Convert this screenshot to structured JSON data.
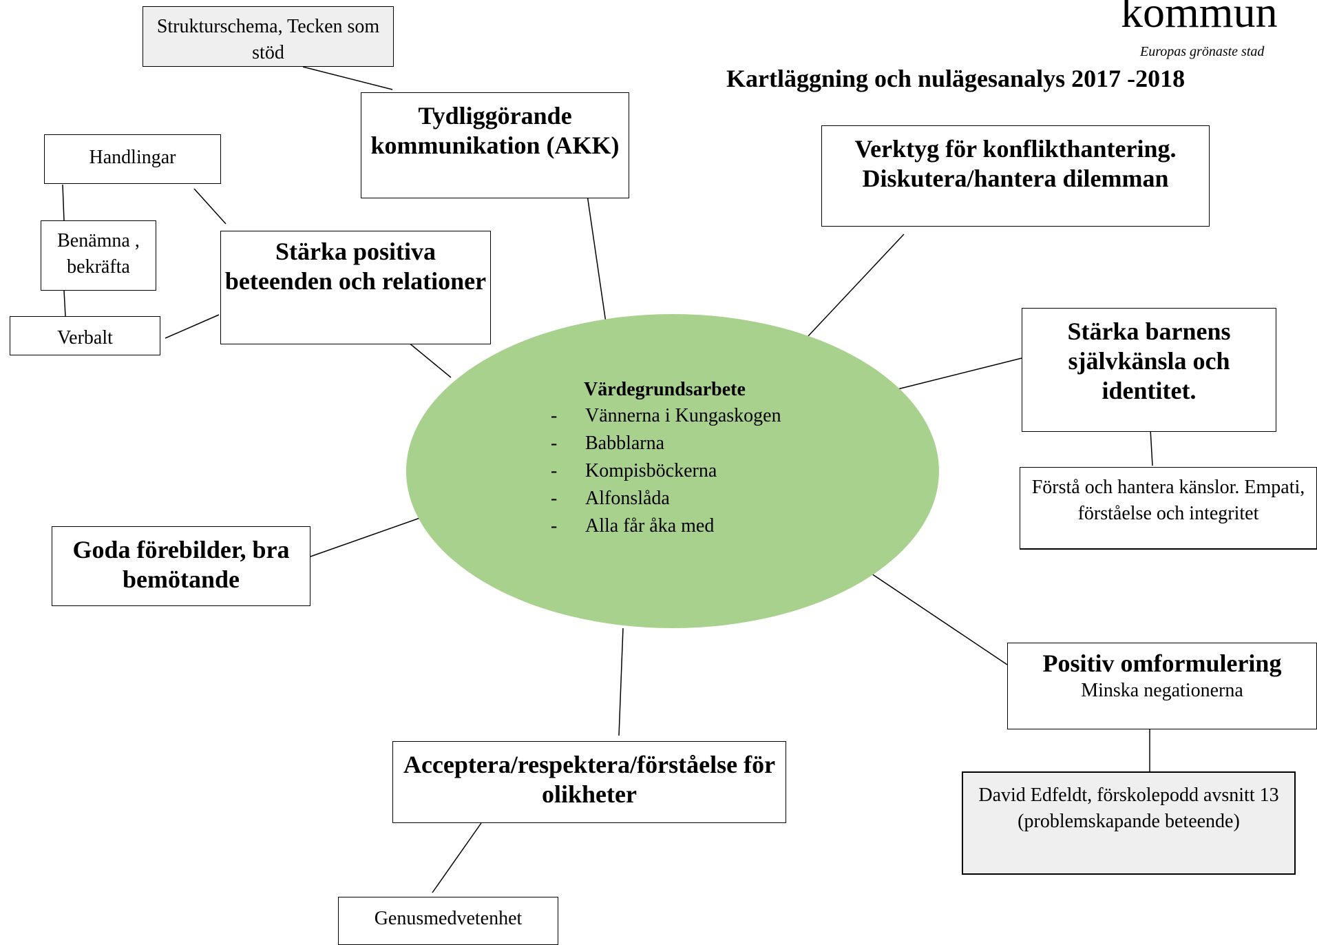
{
  "header": {
    "logo_word": "kommun",
    "logo_tagline": "Europas grönaste stad",
    "title": "Kartläggning och nulägesanalys 2017 -2018"
  },
  "center": {
    "title": "Värdegrundsarbete",
    "items": [
      "Vännerna i Kungaskogen",
      "Babblarna",
      "Kompisböckerna",
      "Alfonslåda",
      "Alla får åka med"
    ],
    "bullet": "-"
  },
  "nodes": {
    "strukturschema": "Strukturschema, Tecken som stöd",
    "tydliggorande": "Tydliggörande kommunikation (AKK)",
    "verktyg": "Verktyg för konflikthantering. Diskutera/hantera dilemman",
    "handlingar": "Handlingar",
    "benamna": "Benämna , bekräfta",
    "verbalt": "Verbalt",
    "starka_positiva": "Stärka positiva beteenden och relationer",
    "starka_barnens": "Stärka barnens självkänsla och identitet.",
    "forsta": "Förstå och hantera känslor. Empati, förståelse och integritet",
    "goda": "Goda förebilder, bra bemötande",
    "positiv_title": "Positiv omformulering",
    "positiv_sub": "Minska negationerna",
    "david": "David Edfeldt, förskolepodd avsnitt 13 (problemskapande beteende)",
    "acceptera": "Acceptera/respektera/förståelse för olikheter",
    "genus": "Genusmedvetenhet"
  },
  "colors": {
    "ellipse": "#a9d18e",
    "grey_box": "#efefef"
  }
}
